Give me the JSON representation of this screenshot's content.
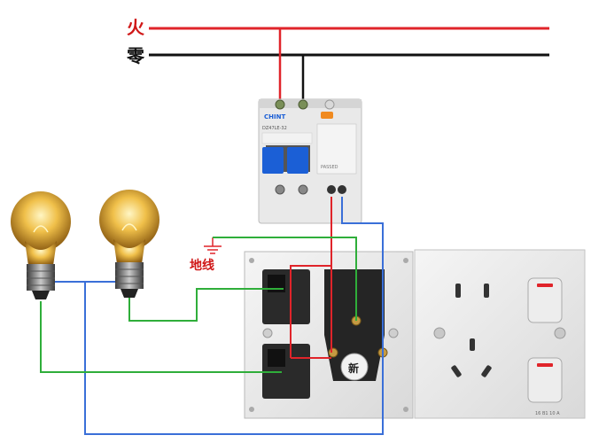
{
  "labels": {
    "live": "火",
    "neutral": "零",
    "ground": "地线"
  },
  "breaker": {
    "brand": "CHINT",
    "model_text": "DZ47LE-32",
    "side_text": "PASSED"
  },
  "socket": {
    "badge_text": "新",
    "plate_text": "16 B1 10 A"
  },
  "colors": {
    "live_wire": "#e0242a",
    "neutral_wire": "#111111",
    "ground_wire": "#2fae3a",
    "blue_wire": "#3a6fd8",
    "breaker_accent": "#1b5fd6",
    "label_red": "#d01818"
  }
}
